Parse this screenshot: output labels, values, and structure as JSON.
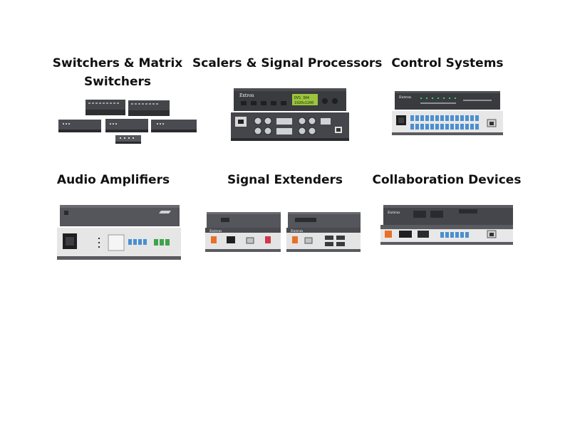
{
  "categories": [
    {
      "id": "switchers",
      "title_line1": "Switchers & Matrix",
      "title_line2": "Switchers",
      "image": "switcher-matrix-products-photo"
    },
    {
      "id": "scalers",
      "title": "Scalers & Signal Processors",
      "image": "scaler-signal-processor-photo"
    },
    {
      "id": "control",
      "title": "Control Systems",
      "image": "control-system-processor-photo"
    },
    {
      "id": "amplifiers",
      "title": "Audio Amplifiers",
      "image": "audio-amplifier-photo"
    },
    {
      "id": "extenders",
      "title": "Signal Extenders",
      "image": "signal-extender-pair-photo"
    },
    {
      "id": "collaboration",
      "title": "Collaboration Devices",
      "image": "collaboration-device-photo"
    }
  ],
  "product_text": {
    "brand": "Extron",
    "scaler_lcd_line1": "DVS 304",
    "scaler_lcd_line2": "1920x1200"
  },
  "colors": {
    "title_text": "#111111",
    "chassis_dark": "#3a3b3f",
    "chassis_light": "#e9e9e9",
    "lcd_green": "#9bc53d",
    "connector_blue": "#4a8fd1",
    "connector_green": "#3fa34d",
    "connector_orange": "#e8702a"
  }
}
